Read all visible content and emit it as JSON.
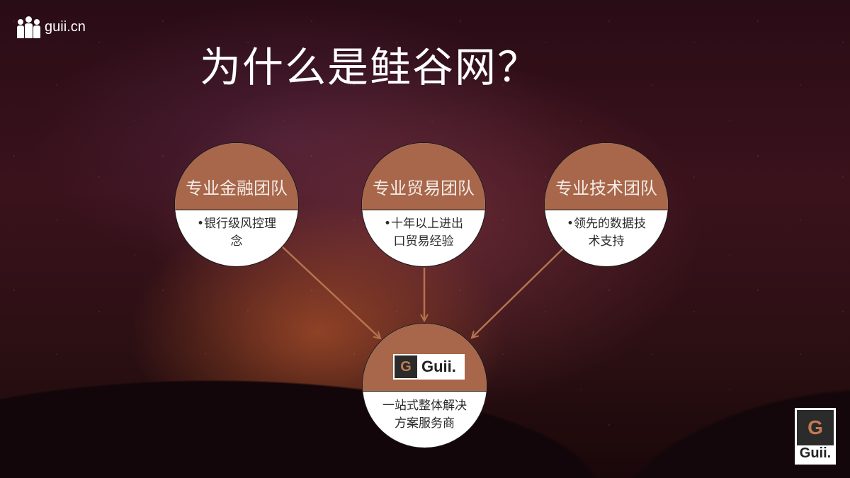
{
  "brand": {
    "site": "guii.cn",
    "icon": "people-icon"
  },
  "title": "为什么是鲑谷网？",
  "colors": {
    "accent": "#a8664a",
    "arrow": "#b5734f",
    "circle_bottom": "#ffffff"
  },
  "teams": [
    {
      "label": "专业金融团队",
      "description": "•银行级风控理念"
    },
    {
      "label": "专业贸易团队",
      "description": "•十年以上进出口贸易经验"
    },
    {
      "label": "专业技术团队",
      "description": "•领先的数据技术支持"
    }
  ],
  "center": {
    "logo_mark": "G",
    "logo_text": "Guii.",
    "description": "一站式整体解决方案服务商"
  },
  "corner_logo": {
    "mark": "G",
    "text": "Guii."
  }
}
